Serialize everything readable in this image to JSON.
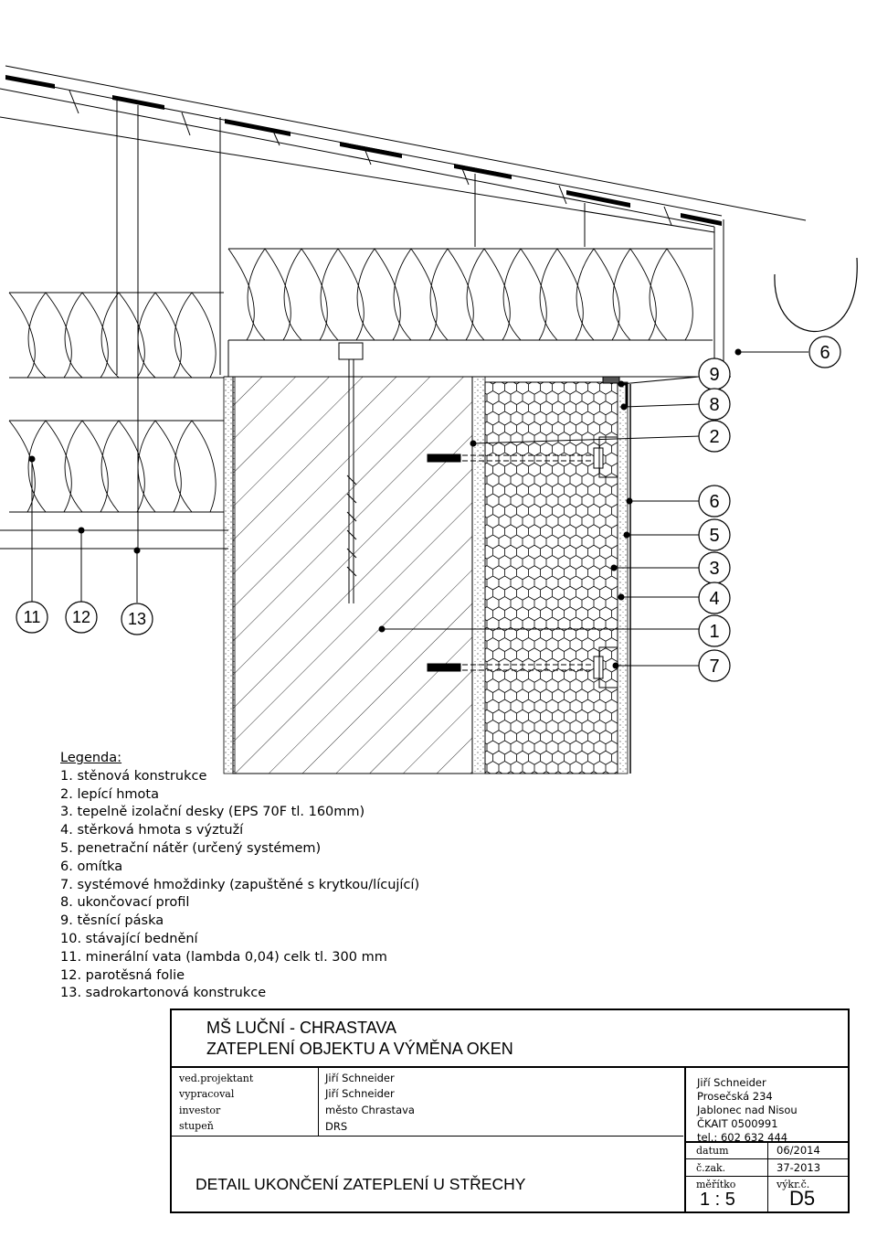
{
  "markers": {
    "right": [
      "6",
      "9",
      "8",
      "2",
      "6",
      "5",
      "3",
      "4",
      "1",
      "7"
    ],
    "left": [
      "11",
      "12",
      "13"
    ]
  },
  "legend": {
    "title": "Legenda:",
    "items": [
      "1. stěnová konstrukce",
      "2. lepící hmota",
      "3. tepelně izolační desky (EPS 70F tl. 160mm)",
      "4. stěrková hmota s výztuží",
      "5. penetrační nátěr (určený systémem)",
      "6. omítka",
      "7. systémové hmoždinky (zapuštěné s krytkou/lícující)",
      "8. ukončovací profil",
      "9. těsnící páska",
      "10. stávající bednění",
      "11. minerální vata (lambda 0,04) celk tl. 300 mm",
      "12. parotěsná folie",
      "13. sadrokartonová konstrukce"
    ]
  },
  "title_block": {
    "project_line1": "MŠ LUČNÍ - CHRASTAVA",
    "project_line2": "ZATEPLENÍ OBJEKTU A VÝMĚNA OKEN",
    "labels": {
      "chief": "ved.projektant",
      "drawn": "vypracoval",
      "investor": "investor",
      "stage": "stupeň"
    },
    "values": {
      "chief": "Jiří Schneider",
      "drawn": "Jiří Schneider",
      "investor": "město Chrastava",
      "stage": "DRS"
    },
    "author": [
      "Jiří Schneider",
      "Prosečská 234",
      "Jablonec nad Nisou",
      "ČKAIT 0500991",
      "tel.: 602 632 444"
    ],
    "drawing_title": "DETAIL UKONČENÍ ZATEPLENÍ U STŘECHY",
    "date_label": "datum",
    "date_value": "06/2014",
    "job_label": "č.zak.",
    "job_value": "37-2013",
    "scale_label": "měřítko",
    "scale_value": "1 : 5",
    "sheet_label": "výkr.č.",
    "sheet_value": "D5"
  }
}
